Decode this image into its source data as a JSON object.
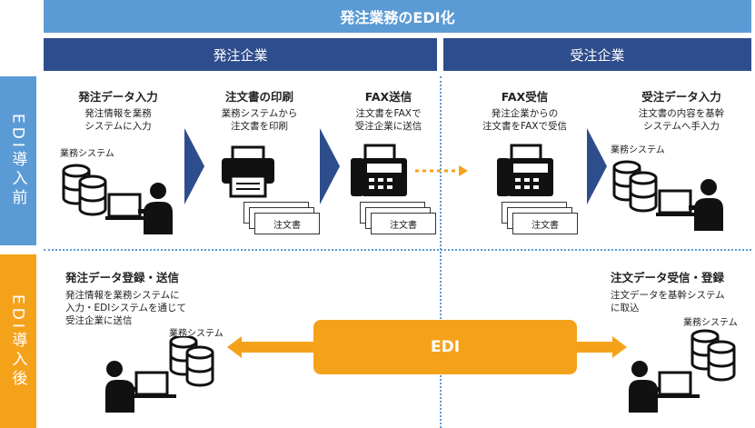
{
  "banner": {
    "title": "発注業務のEDI化"
  },
  "columns": {
    "ordering": "発注企業",
    "receiving": "受注企業"
  },
  "side": {
    "before": "EDI導入前",
    "after": "EDI導入後"
  },
  "before_steps": [
    {
      "title": "発注データ入力",
      "desc": "発注情報を業務\nシステムに入力",
      "system": "業務システム"
    },
    {
      "title": "注文書の印刷",
      "desc": "業務システムから\n注文書を印刷",
      "doc": "注文書"
    },
    {
      "title": "FAX送信",
      "desc": "注文書をFAXで\n受注企業に送信",
      "doc": "注文書"
    },
    {
      "title": "FAX受信",
      "desc": "発注企業からの\n注文書をFAXで受信",
      "doc": "注文書"
    },
    {
      "title": "受注データ入力",
      "desc": "注文書の内容を基幹\nシステムへ手入力",
      "system": "業務システム"
    }
  ],
  "after": {
    "left": {
      "title": "発注データ登録・送信",
      "desc": "発注情報を業務システムに\n入力・EDIシステムを通じて\n受注企業に送信",
      "system": "業務システム"
    },
    "right": {
      "title": "注文データ受信・登録",
      "desc": "注文データを基幹システム\nに取込",
      "system": "業務システム"
    },
    "bar_label": "EDI"
  },
  "colors": {
    "banner": "#5b9bd5",
    "header": "#2e4d8c",
    "before_side": "#5b9bd5",
    "after_side": "#f5a21b",
    "edi": "#f5a21b"
  }
}
